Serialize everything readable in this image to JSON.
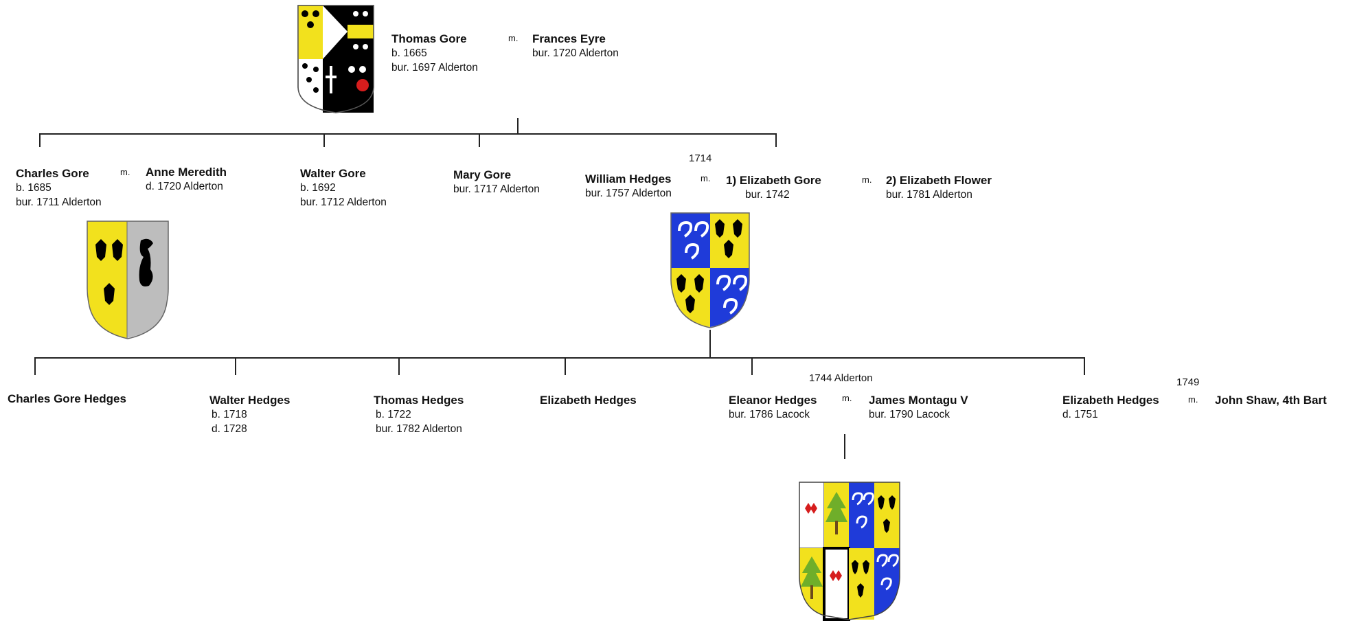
{
  "generation1": {
    "thomas": {
      "name": "Thomas Gore",
      "born": "b. 1665",
      "buried": "bur. 1697 Alderton"
    },
    "marriage": "m.",
    "frances": {
      "name": "Frances Eyre",
      "buried": "bur. 1720 Alderton"
    }
  },
  "generation2": {
    "charles": {
      "name": "Charles Gore",
      "born": "b. 1685",
      "buried": "bur. 1711 Alderton"
    },
    "charles_marriage": "m.",
    "anne": {
      "name": "Anne Meredith",
      "died": "d. 1720 Alderton"
    },
    "walter": {
      "name": "Walter Gore",
      "born": "b. 1692",
      "buried": "bur. 1712 Alderton"
    },
    "mary": {
      "name": "Mary Gore",
      "buried": "bur. 1717 Alderton"
    },
    "william": {
      "name": "William Hedges",
      "buried": "bur. 1757 Alderton"
    },
    "william_marriage_date": "1714",
    "william_marriage": "m.",
    "elizabeth_gore": {
      "name": "1) Elizabeth Gore",
      "buried": "bur. 1742"
    },
    "second_marriage": "m.",
    "elizabeth_flower": {
      "name": "2)  Elizabeth Flower",
      "buried": "bur. 1781 Alderton"
    }
  },
  "generation3": {
    "charles_gore_hedges": {
      "name": "Charles  Gore Hedges"
    },
    "walter_hedges": {
      "name": "Walter Hedges",
      "born": "b. 1718",
      "died": "d. 1728"
    },
    "thomas_hedges": {
      "name": "Thomas Hedges",
      "born": "b. 1722",
      "buried": "bur. 1782 Alderton"
    },
    "elizabeth_hedges_1": {
      "name": "Elizabeth Hedges"
    },
    "eleanor_marriage_date": "1744 Alderton",
    "eleanor": {
      "name": "Eleanor Hedges",
      "buried": "bur. 1786 Lacock"
    },
    "eleanor_marriage": "m.",
    "james": {
      "name": "James Montagu V",
      "buried": "bur. 1790 Lacock"
    },
    "elizabeth_marriage_date": "1749",
    "elizabeth_hedges_2": {
      "name": "Elizabeth Hedges",
      "died": "d. 1751"
    },
    "elizabeth_marriage": "m.",
    "john": {
      "name": "John Shaw, 4th Bart"
    }
  },
  "colors": {
    "or": "#f2e11d",
    "azure": "#1f3bd9",
    "argent": "#ffffff",
    "sable": "#000000",
    "gules": "#d61d1d",
    "vert": "#6fae2a",
    "grey": "#bdbdbd"
  }
}
